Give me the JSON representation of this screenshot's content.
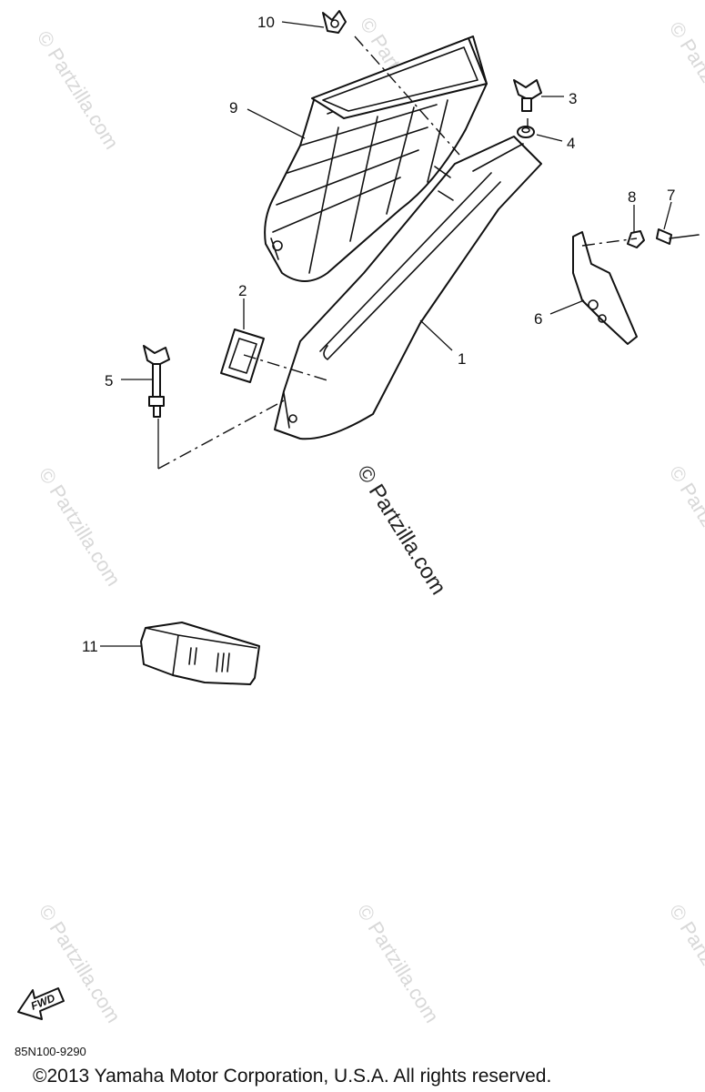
{
  "watermark": {
    "text": "© Partzilla.com"
  },
  "callouts": {
    "c1": "1",
    "c2": "2",
    "c3": "3",
    "c4": "4",
    "c5": "5",
    "c6": "6",
    "c7": "7",
    "c8": "8",
    "c9": "9",
    "c10": "10",
    "c11": "11"
  },
  "fwd_label": "FWD",
  "diagram_code": "85N100-9290",
  "copyright": "©2013  Yamaha Motor Corporation, U.S.A. All rights reserved."
}
